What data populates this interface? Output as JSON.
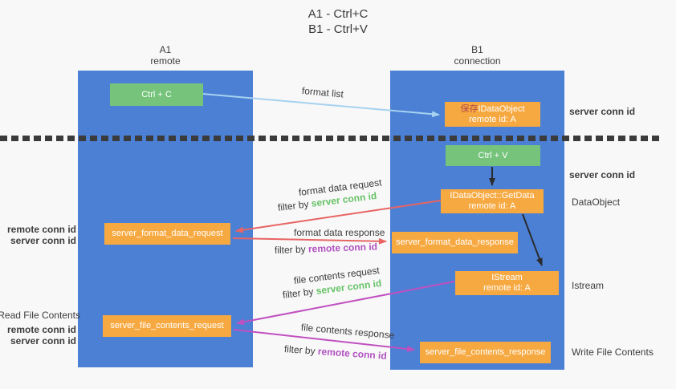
{
  "title": {
    "line1": "A1 - Ctrl+C",
    "line2": "B1 - Ctrl+V"
  },
  "lanes": {
    "a1": {
      "name": "A1",
      "role": "remote"
    },
    "b1": {
      "name": "B1",
      "role": "connection"
    }
  },
  "nodes": {
    "ctrl_c": "Ctrl + C",
    "ctrl_v": "Ctrl + V",
    "save_dataobject": {
      "prefix_cn": "保存",
      "name": "IDataObject",
      "line2": "remote id: A"
    },
    "getdata": {
      "line1": "IDataObject::GetData",
      "line2": "remote id: A"
    },
    "istream": {
      "line1": "IStream",
      "line2": "remote id: A"
    },
    "server_format_data_request": "server_format_data_request",
    "server_format_data_response": "server_format_data_response",
    "server_file_contents_request": "server_file_contents_request",
    "server_file_contents_response": "server_file_contents_response"
  },
  "flow_labels": {
    "format_list": "format list",
    "format_data_request": "format data request",
    "format_data_response": "format data response",
    "file_contents_request": "file contents request",
    "file_contents_response": "file contents response",
    "filter_by": "filter by",
    "server_conn_id": "server conn id",
    "remote_conn_id": "remote conn id"
  },
  "annotations": {
    "server_conn_id_top": "server conn id",
    "server_conn_id_mid": "server conn id",
    "dataobject": "DataObject",
    "istream": "Istream",
    "write_file_contents": "Write File Contents",
    "read_file_contents": "Read File Contents",
    "remote_conn_id_left_top": "remote conn id",
    "server_conn_id_left_top": "server conn id",
    "remote_conn_id_left_bottom": "remote conn id",
    "server_conn_id_left_bottom": "server conn id"
  },
  "colors": {
    "lane_blue": "#4b80d5",
    "box_orange": "#f7a941",
    "box_green": "#76c47c",
    "arrow_red": "#e86464",
    "arrow_magenta": "#c050c0",
    "arrow_lightblue": "#a6d2f0",
    "arrow_black": "#2b2b2b",
    "text_green": "#67c267",
    "text_purple": "#b052c0",
    "chinese_red": "#b04a4a"
  }
}
